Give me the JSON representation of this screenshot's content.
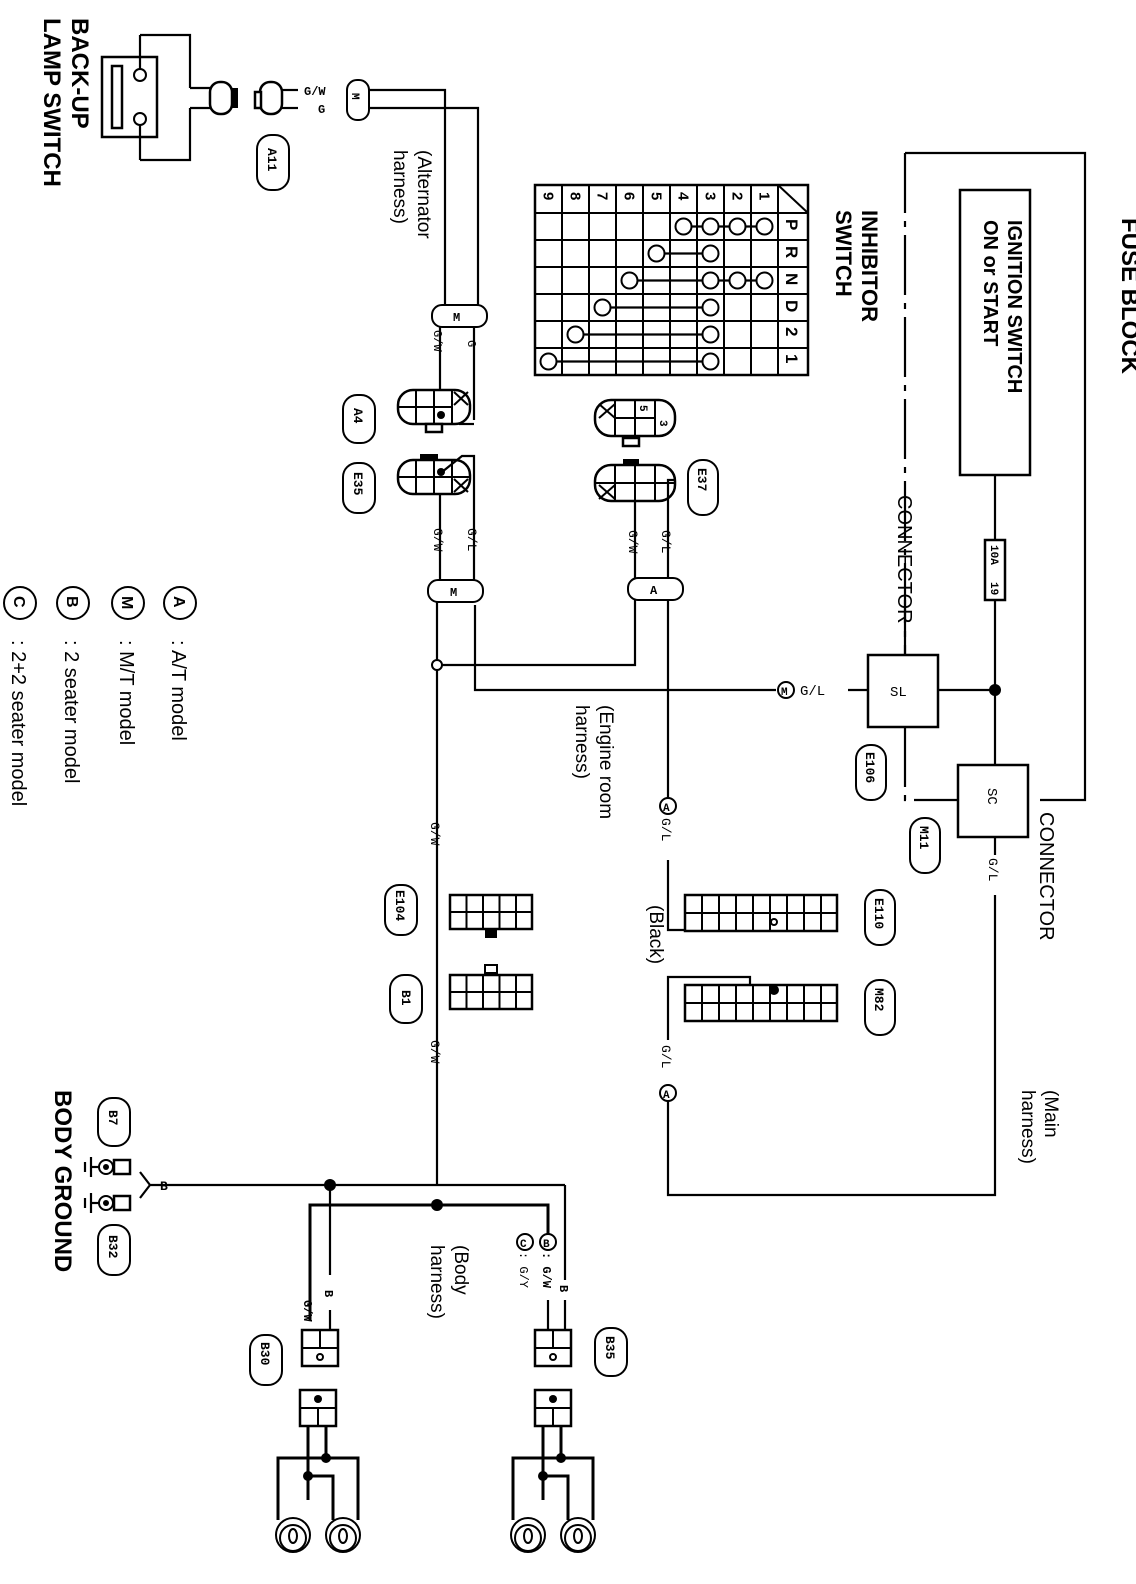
{
  "diagram": {
    "orientation": "rotated 90 degrees clockwise (text reads top-to-bottom)",
    "components": {
      "fuse_block": "FUSE BLOCK",
      "ignition_switch": [
        "IGNITION SWITCH",
        "ON or START"
      ],
      "fuse_label": "10A",
      "fuse_number": "19",
      "inhibitor_switch": [
        "INHIBITOR",
        "SWITCH"
      ],
      "backup_lamp_switch": [
        "BACK-UP",
        "LAMP SWITCH"
      ],
      "body_ground": "BODY GROUND",
      "connector_sl_title": "CONNECTOR",
      "connector_sc_title": "CONNECTOR",
      "sl": "SL",
      "sc": "SC"
    },
    "harness_labels": {
      "alternator": [
        "(Alternator",
        "harness)"
      ],
      "engine_room": [
        "(Engine room",
        "harness)"
      ],
      "main": [
        "(Main",
        "harness)"
      ],
      "body": [
        "(Body",
        "harness)"
      ],
      "black": "(Black)"
    },
    "connector_ids": {
      "a11": "A11",
      "a4": "A4",
      "e35": "E35",
      "e37": "E37",
      "e106": "E106",
      "m11": "M11",
      "e104": "E104",
      "b1": "B1",
      "e110": "E110",
      "m82": "M82",
      "b7": "B7",
      "b32": "B32",
      "b30": "B30",
      "b35": "B35"
    },
    "wire_labels": {
      "gw": "G/W",
      "g": "G",
      "gl": "G/L",
      "b": "B",
      "gw_b": ": G/W",
      "gy_c": ": G/Y",
      "m_tag": "M",
      "a_tag": "A"
    },
    "model_markers": {
      "a": "A",
      "m": "M",
      "b": "B",
      "c": "C"
    },
    "legend": [
      {
        "marker": "A",
        "text": ": A/T model"
      },
      {
        "marker": "M",
        "text": ": M/T model"
      },
      {
        "marker": "B",
        "text": ": 2 seater model"
      },
      {
        "marker": "C",
        "text": ": 2+2 seater model"
      }
    ],
    "inhibitor_table": {
      "positions": [
        "P",
        "R",
        "N",
        "D",
        "2",
        "1"
      ],
      "terminals": [
        "1",
        "2",
        "3",
        "4",
        "5",
        "6",
        "7",
        "8",
        "9"
      ],
      "continuity": {
        "P": [
          "1",
          "2",
          "3",
          "4"
        ],
        "R": [
          "3",
          "5"
        ],
        "N": [
          "1",
          "2",
          "3",
          "6"
        ],
        "D": [
          "3",
          "7"
        ],
        "2": [
          "3",
          "8"
        ],
        "1": [
          "3",
          "9"
        ]
      }
    },
    "e37_pin_labels": [
      "5",
      "3"
    ]
  }
}
